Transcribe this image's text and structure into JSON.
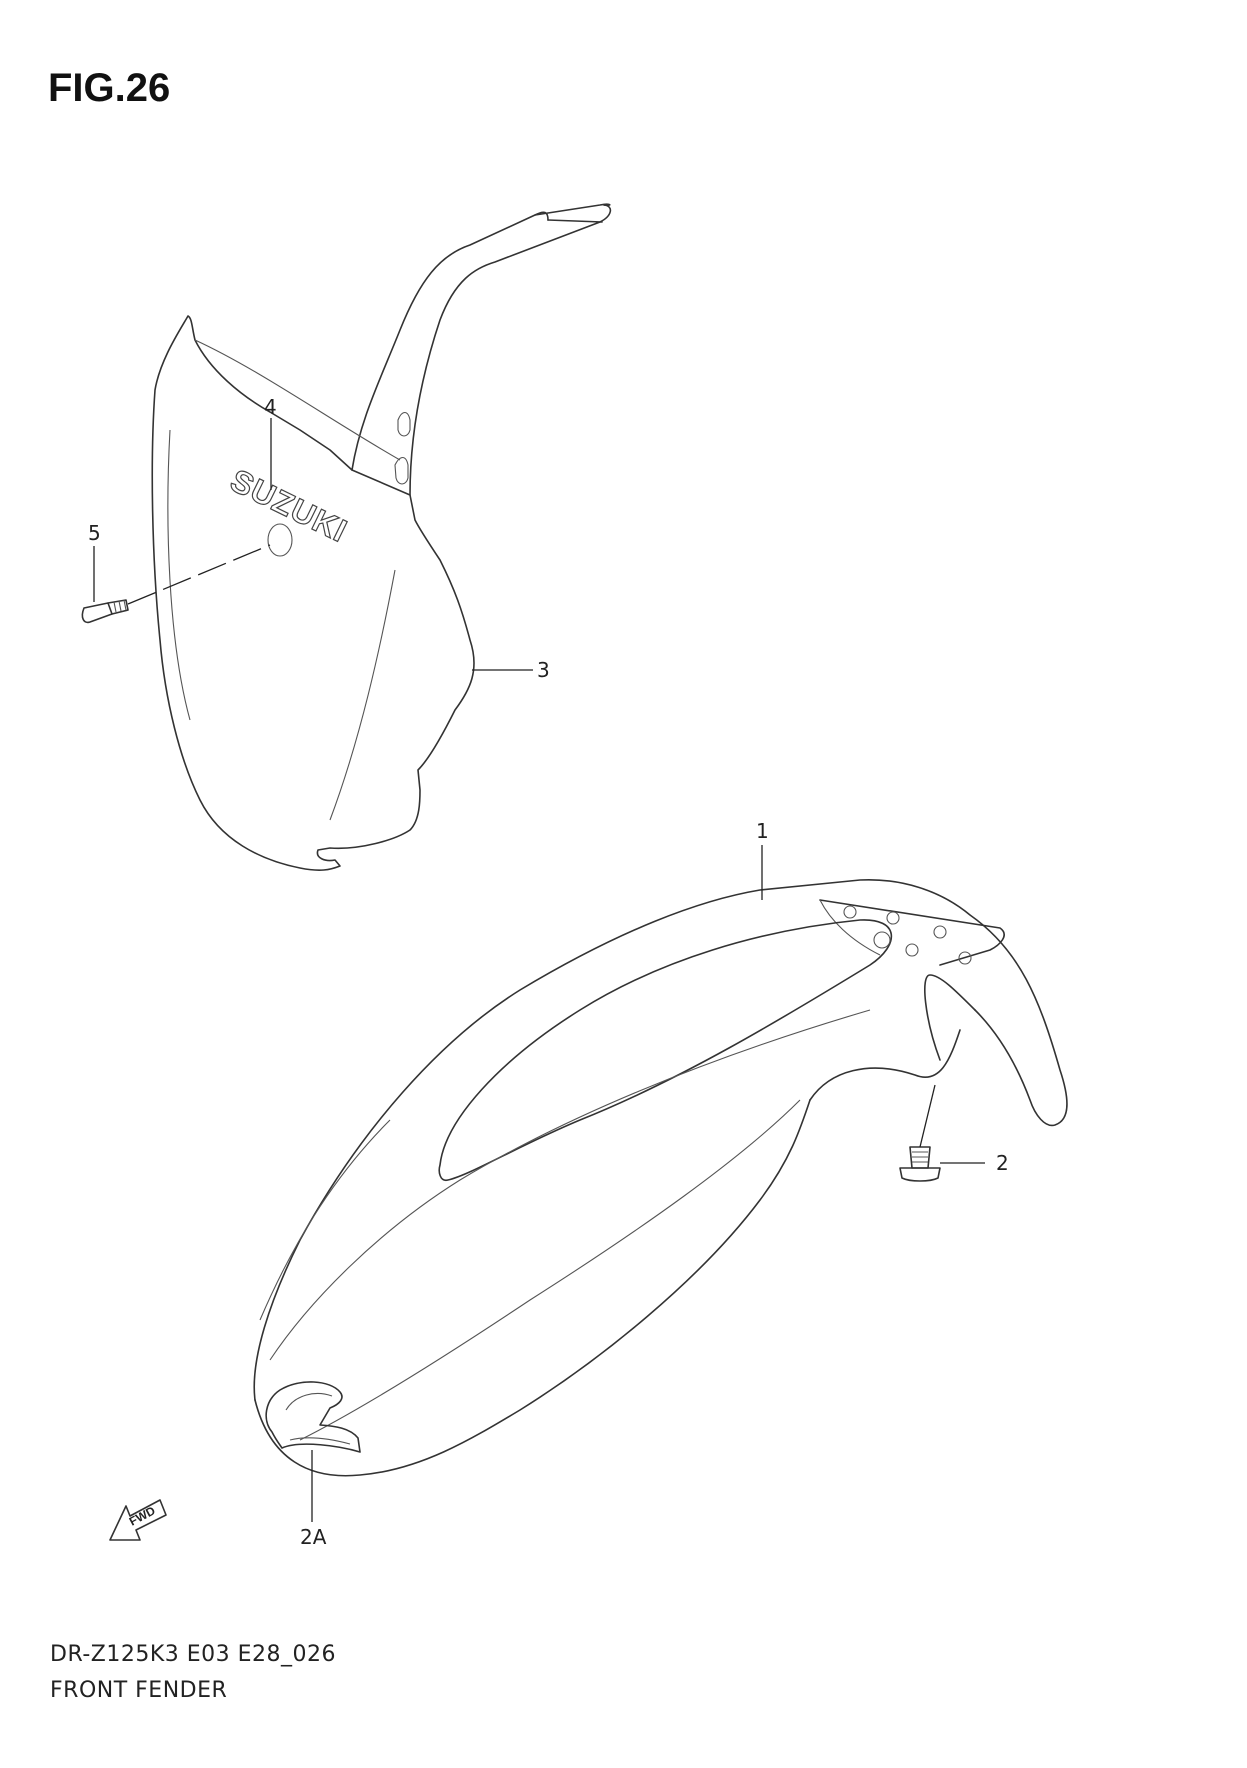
{
  "figure": {
    "title": "FIG.26",
    "model_code": "DR-Z125K3 E03 E28_026",
    "section_name": "FRONT FENDER"
  },
  "parts": [
    {
      "ref": "1",
      "part": "front-fender"
    },
    {
      "ref": "2",
      "part": "bolt-fender"
    },
    {
      "ref": "2A",
      "part": "emblem-fender"
    },
    {
      "ref": "3",
      "part": "number-plate"
    },
    {
      "ref": "4",
      "part": "emblem-suzuki"
    },
    {
      "ref": "5",
      "part": "screw-number-plate"
    }
  ],
  "graphics": {
    "plate_logo_text": "SUZUKI",
    "fwd_arrow_text": "FWD"
  }
}
